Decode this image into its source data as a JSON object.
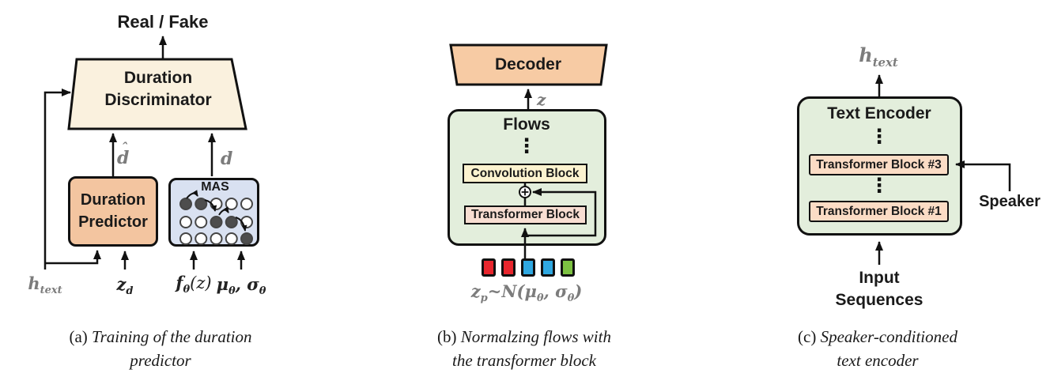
{
  "panel_a": {
    "output_label": "Real / Fake",
    "discriminator": {
      "line1": "Duration",
      "line2": "Discriminator"
    },
    "predictor": {
      "line1": "Duration",
      "line2": "Predictor"
    },
    "mas_label": "MAS",
    "mas_grid": [
      [
        1,
        1,
        0,
        0,
        0
      ],
      [
        0,
        0,
        1,
        1,
        0
      ],
      [
        0,
        0,
        0,
        0,
        1
      ]
    ],
    "d_hat": {
      "base": "d",
      "hat": "ˆ"
    },
    "d": "d",
    "h_text": {
      "base": "h",
      "sub": "text"
    },
    "z_d": {
      "base": "z",
      "sub": "d"
    },
    "f_z": {
      "base": "f",
      "sub": "θ",
      "rest": "(z)"
    },
    "mu_sigma": {
      "mu": "μ",
      "mu_sub": "θ",
      "sep": ", ",
      "sigma": "σ",
      "sigma_sub": "θ"
    },
    "caption": {
      "prefix": "(a)",
      "line1": "Training of the duration",
      "line2": "predictor"
    }
  },
  "panel_b": {
    "decoder_label": "Decoder",
    "z": "z",
    "flows_label": "Flows",
    "ellipsis": "⋮",
    "conv_label": "Convolution Block",
    "transformer_label": "Transformer Block",
    "plus_icon": "⊕",
    "squares": [
      "#E8262D",
      "#E8262D",
      "#2FA8E1",
      "#2FA8E1",
      "#7DC242"
    ],
    "z_p": {
      "base": "z",
      "sub": "p",
      "mid": "~N(",
      "mu": "μ",
      "mu_sub": "θ",
      "sep": ", ",
      "sigma": "σ",
      "sigma_sub": "θ",
      "end": ")"
    },
    "caption": {
      "prefix": "(b)",
      "line1": "Normalzing flows with",
      "line2": "the transformer block"
    }
  },
  "panel_c": {
    "h_text": {
      "base": "h",
      "sub": "text"
    },
    "encoder_label": "Text Encoder",
    "ellipsis": "⋮",
    "tb3_label": "Transformer Block #3",
    "tb1_label": "Transformer Block #1",
    "speaker_label": "Speaker",
    "input": {
      "line1": "Input",
      "line2": "Sequences"
    },
    "caption": {
      "prefix": "(c)",
      "line1": "Speaker-conditioned",
      "line2": "text encoder"
    }
  },
  "colors": {
    "discriminator_fill": "#FAF1DE",
    "predictor_fill": "#F3C5A0",
    "decoder_fill": "#F7CBA4",
    "mas_fill": "#D9E1F1",
    "flow_box_fill": "#E3EEDC",
    "conv_fill": "#FCF3CF",
    "transformer_fill_b": "#F8DED2",
    "transformer_fill_c": "#FBDCC5",
    "gray_label": "#7C7C7C",
    "line": "#111111",
    "square_red": "#E8262D",
    "square_blue": "#2FA8E1",
    "square_green": "#7DC242"
  }
}
